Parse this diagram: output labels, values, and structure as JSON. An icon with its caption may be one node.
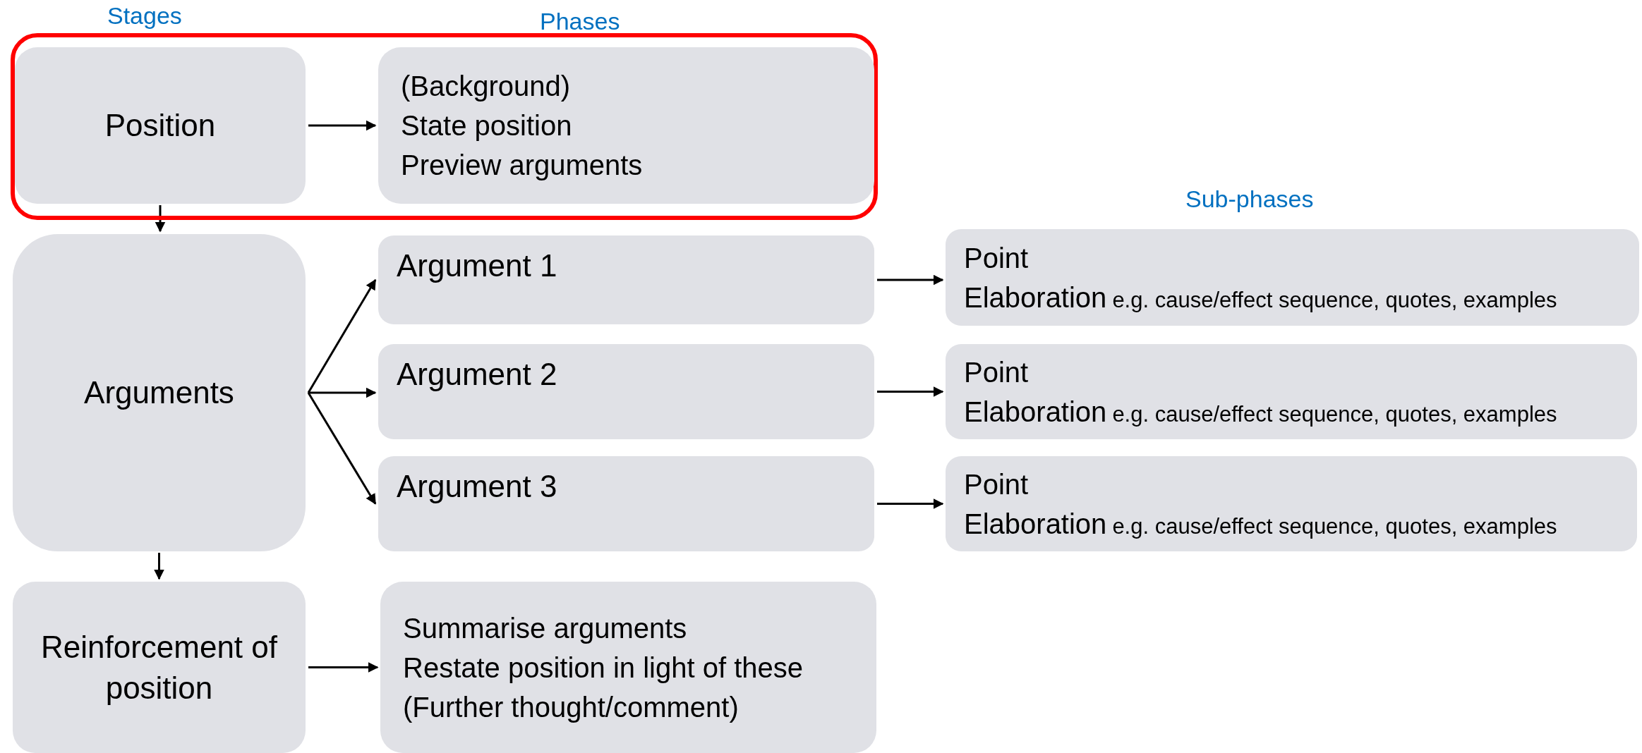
{
  "diagram": {
    "nodes": [
      {
        "text": [],
        "shape": "box"
      },
      {
        "text": [
          "Position"
        ],
        "in": 0
      },
      {
        "text": [
          "(Background)",
          "State position",
          "Preview arguments"
        ],
        "in": 0
      },
      {
        "text": [
          "Arguments"
        ]
      },
      {
        "text": [
          "Argument 1"
        ]
      },
      {
        "text": [
          "Argument 2"
        ]
      },
      {
        "text": [
          "Argument 3"
        ]
      },
      {
        "text": [
          "Point",
          "Elaboration",
          "e.g. cause/effect sequence, quotes, examples"
        ]
      },
      {
        "text": [
          "Point",
          "Elaboration",
          "e.g. cause/effect sequence, quotes, examples"
        ]
      },
      {
        "text": [
          "Point",
          "Elaboration",
          "e.g. cause/effect sequence, quotes, examples"
        ]
      },
      {
        "text": [
          "Reinforcement of position"
        ]
      },
      {
        "text": [
          "Summarise arguments",
          "Restate position in light of these",
          "(Further thought/comment)"
        ]
      }
    ],
    "edges": [
      {
        "from": 1,
        "to": 2,
        "arrow": "to"
      },
      {
        "from": 1,
        "to": 3,
        "arrow": "to"
      },
      {
        "from": 3,
        "to": 4,
        "arrow": "to"
      },
      {
        "from": 3,
        "to": 5,
        "arrow": "to"
      },
      {
        "from": 3,
        "to": 6,
        "arrow": "to"
      },
      {
        "from": 4,
        "to": 7,
        "arrow": "to"
      },
      {
        "from": 5,
        "to": 8,
        "arrow": "to"
      },
      {
        "from": 6,
        "to": 9,
        "arrow": "to"
      },
      {
        "from": 3,
        "to": 10,
        "arrow": "to"
      },
      {
        "from": 10,
        "to": 11,
        "arrow": "to"
      }
    ],
    "labels": [
      "Stages",
      "Phases",
      "Sub-phases"
    ]
  }
}
